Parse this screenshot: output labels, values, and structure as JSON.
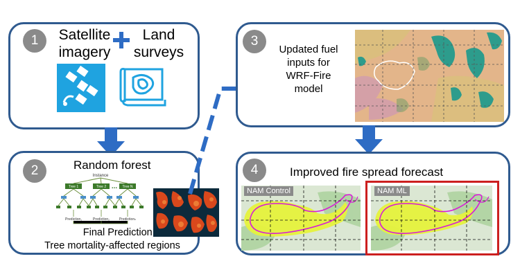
{
  "panels": [
    {
      "number": "1",
      "lines": [
        "Satellite",
        "imagery"
      ],
      "lines2": [
        "Land",
        "surveys"
      ]
    },
    {
      "number": "2",
      "title": "Random forest",
      "caption_lines": [
        "Final Prediction =",
        "Tree mortality-affected regions"
      ]
    },
    {
      "number": "3",
      "lines": [
        "Updated fuel",
        "inputs for",
        "WRF-Fire",
        "model"
      ]
    },
    {
      "number": "4",
      "title": "Improved fire spread forecast"
    }
  ],
  "maps": {
    "left_label": "NAM Control",
    "right_label": "NAM ML"
  },
  "tree_diagram": {
    "root": "Instance",
    "trees": [
      "Tree 1",
      "Tree 2",
      "Tree N"
    ],
    "dots": "...",
    "predictions": [
      "Prediction₁",
      "Prediction₂",
      "Predictionₙ"
    ]
  },
  "colors": {
    "border": "#2f5a8f",
    "arrow": "#2e6cc4",
    "icon": "#1fa3e0",
    "highlight": "#cc1f1f",
    "fire_area": "#e6f23c",
    "perimeter": "#d81ad8"
  }
}
